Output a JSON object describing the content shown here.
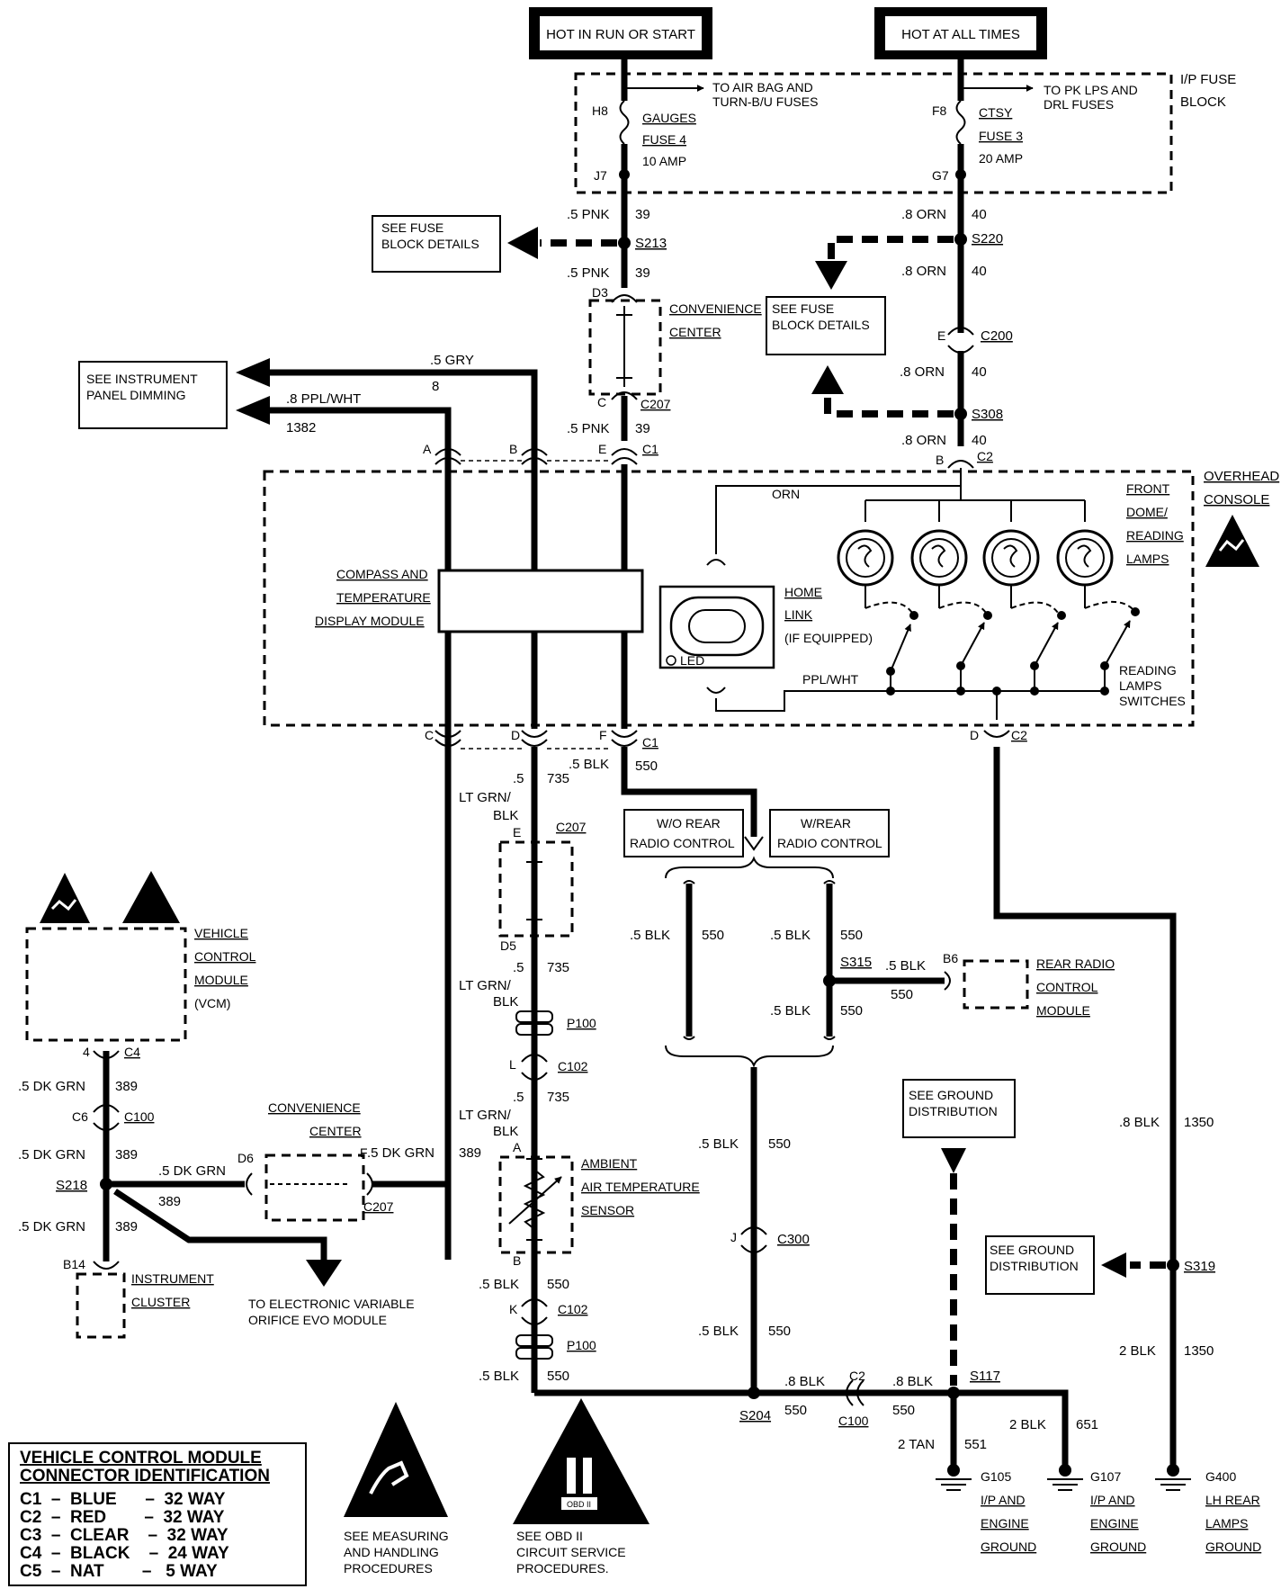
{
  "top_boxes": {
    "hot_run": "HOT IN RUN OR START",
    "hot_all": "HOT AT ALL TIMES"
  },
  "fuse_block": {
    "title_line1": "I/P FUSE",
    "title_line2": "BLOCK",
    "gauges_fuse": [
      "GAUGES",
      "FUSE 4",
      "10 AMP"
    ],
    "ctsy_fuse": [
      "CTSY",
      "FUSE 3",
      "20 AMP"
    ],
    "to_air_bag": [
      "TO AIR BAG AND",
      "TURN-B/U FUSES"
    ],
    "to_pk_lps": [
      "TO PK LPS AND",
      "DRL FUSES"
    ],
    "pins": {
      "h8": "H8",
      "j7": "J7",
      "f8": "F8",
      "g7": "G7"
    }
  },
  "wires": {
    "pnk": ".5 PNK",
    "c39": "39",
    "orn": ".8 ORN",
    "c40": "40",
    "gry": ".5 GRY",
    "c8": "8",
    "pplwht": ".8 PPL/WHT",
    "c1382": "1382",
    "blk": ".5 BLK",
    "c550": "550",
    "ltgrn_a": ".5",
    "ltgrn_b": "LT GRN/",
    "ltgrn_c": "BLK",
    "c735": "735",
    "dkgrn": ".5 DK GRN",
    "c389": "389",
    "blk8": ".8 BLK",
    "c1350": "1350",
    "blk2": "2 BLK",
    "c651": "651",
    "tan": "2 TAN",
    "c551": "551",
    "orn_plain": "ORN",
    "pplwht_plain": "PPL/WHT"
  },
  "splices": {
    "s213": "S213",
    "s220": "S220",
    "s308": "S308",
    "s315": "S315",
    "s218": "S218",
    "s204": "S204",
    "s117": "S117",
    "s319": "S319"
  },
  "connectors": {
    "c200": "C200",
    "c207": "C207",
    "c1": "C1",
    "c2": "C2",
    "c4": "C4",
    "c100": "C100",
    "c102": "C102",
    "c300": "C300",
    "p100": "P100",
    "pins": {
      "d3": "D3",
      "c": "C",
      "e": "E",
      "a": "A",
      "b": "B",
      "d": "D",
      "f": "F",
      "d5": "D5",
      "l": "L",
      "k": "K",
      "j": "J",
      "c6": "C6",
      "d6": "D6",
      "f7": "F",
      "b14": "B14",
      "four": "4",
      "b6": "B6"
    }
  },
  "components": {
    "see_fuse_block_1": [
      "SEE FUSE",
      "BLOCK DETAILS"
    ],
    "see_fuse_block_2": [
      "SEE FUSE",
      "BLOCK DETAILS"
    ],
    "convenience_center": [
      "CONVENIENCE",
      "CENTER"
    ],
    "see_ip_dimming": [
      "SEE INSTRUMENT",
      "PANEL DIMMING"
    ],
    "compass": [
      "COMPASS AND",
      "TEMPERATURE",
      "DISPLAY MODULE"
    ],
    "home_link": [
      "HOME",
      "LINK",
      "(IF EQUIPPED)"
    ],
    "led": "LED",
    "front_dome": [
      "FRONT",
      "DOME/",
      "READING",
      "LAMPS"
    ],
    "overhead_console": [
      "OVERHEAD",
      "CONSOLE"
    ],
    "reading_switches": [
      "READING",
      "LAMPS",
      "SWITCHES"
    ],
    "wo_rear": [
      "W/O REAR",
      "RADIO CONTROL"
    ],
    "w_rear": [
      "W/REAR",
      "RADIO CONTROL"
    ],
    "rear_radio": [
      "REAR RADIO",
      "CONTROL",
      "MODULE"
    ],
    "vcm": [
      "VEHICLE",
      "CONTROL",
      "MODULE",
      "(VCM)"
    ],
    "ambient": [
      "AMBIENT",
      "AIR TEMPERATURE",
      "SENSOR"
    ],
    "instrument_cluster": [
      "INSTRUMENT",
      "CLUSTER"
    ],
    "to_evo": [
      "TO ELECTRONIC VARIABLE",
      "ORIFICE EVO MODULE"
    ],
    "see_ground_1": [
      "SEE GROUND",
      "DISTRIBUTION"
    ],
    "see_ground_2": [
      "SEE GROUND",
      "DISTRIBUTION"
    ],
    "obd_badge": "II"
  },
  "grounds": {
    "g105": [
      "G105",
      "I/P AND",
      "ENGINE",
      "GROUND"
    ],
    "g107": [
      "G107",
      "I/P AND",
      "ENGINE",
      "GROUND"
    ],
    "g400": [
      "G400",
      "LH REAR",
      "LAMPS",
      "GROUND"
    ]
  },
  "notes": {
    "measuring": [
      "SEE MEASURING",
      "AND HANDLING",
      "PROCEDURES"
    ],
    "obd": [
      "SEE OBD II",
      "CIRCUIT SERVICE",
      "PROCEDURES."
    ],
    "obd_small": "OBD II"
  },
  "legend": {
    "title1": "VEHICLE CONTROL MODULE",
    "title2": "CONNECTOR IDENTIFICATION",
    "rows": [
      "C1  –  BLUE      –  32 WAY",
      "C2  –  RED        –  32 WAY",
      "C3  –  CLEAR    –  32 WAY",
      "C4  –  BLACK    –  24 WAY",
      "C5  –  NAT        –   5 WAY"
    ]
  }
}
